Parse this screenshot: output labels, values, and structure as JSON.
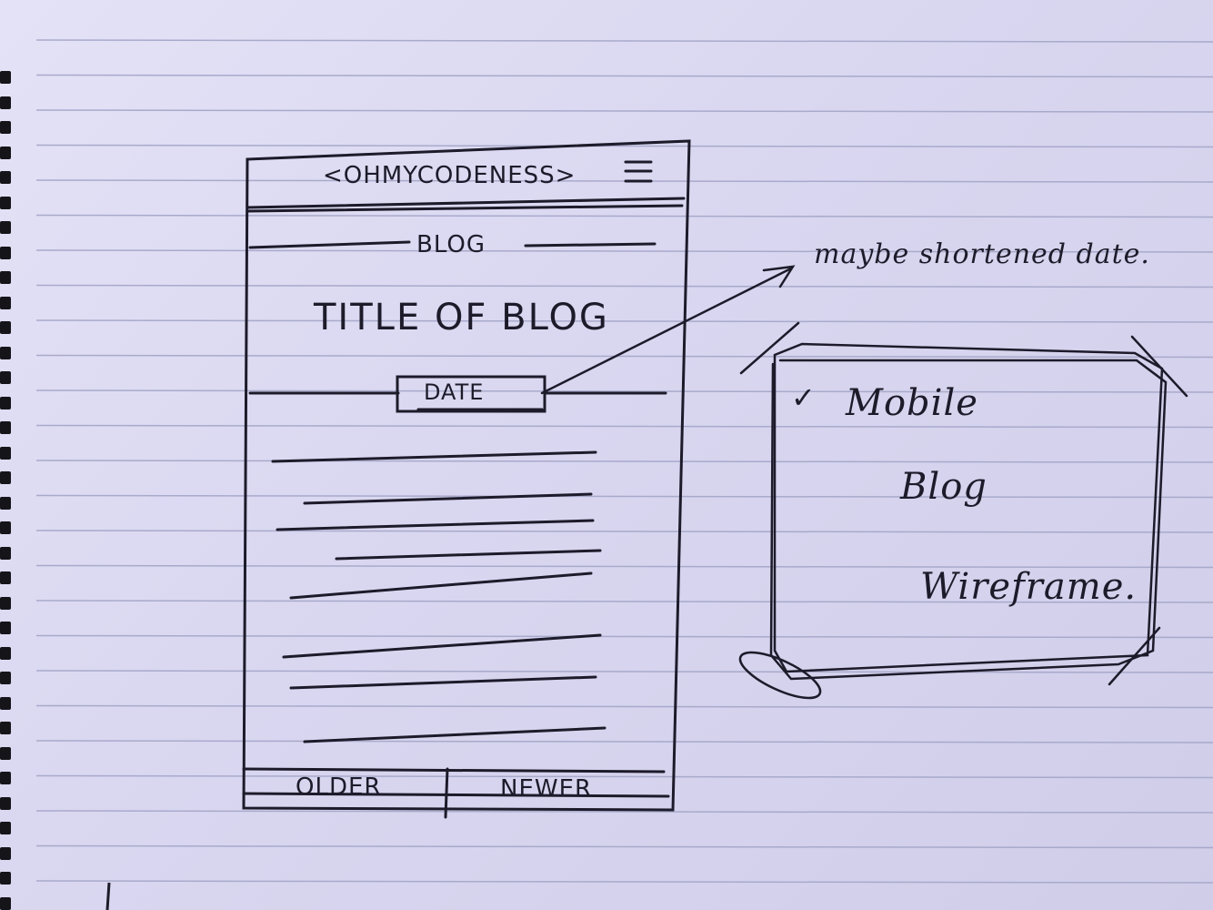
{
  "sketch": {
    "header_title": "<OHMYCODENESS>",
    "menu_icon": "hamburger-menu-icon",
    "section_label": "BLOG",
    "post_title": "TITLE OF BLOG",
    "date_label": "DATE",
    "pagination": {
      "older_label": "OLDER",
      "newer_label": "NEWER"
    }
  },
  "annotation": {
    "note": "maybe shortened date."
  },
  "caption_box": {
    "check_icon": "check-icon",
    "lines": [
      "Mobile",
      "Blog",
      "Wireframe."
    ]
  },
  "colors": {
    "paper": "#dddbf2",
    "ruling": "#a6a8c8",
    "ink": "#1d1b2a"
  }
}
